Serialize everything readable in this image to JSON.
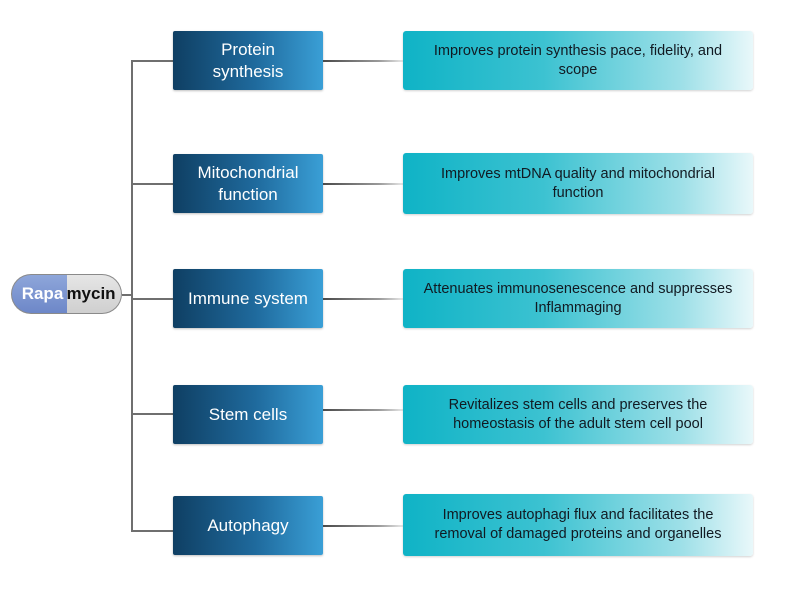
{
  "drug": {
    "left_label": "Rapa",
    "right_label": "mycin"
  },
  "branches": [
    {
      "category": "Protein synthesis",
      "effect": "Improves protein synthesis pace, fidelity, and scope"
    },
    {
      "category": "Mitochondrial function",
      "effect": "Improves mtDNA quality and  mitochondrial function"
    },
    {
      "category": "Immune system",
      "effect": "Attenuates immunosenescence and suppresses Inflammaging"
    },
    {
      "category": "Stem cells",
      "effect": "Revitalizes stem cells and preserves the homeostasis of the adult stem cell pool"
    },
    {
      "category": "Autophagy",
      "effect": "Improves autophagi flux and facilitates the removal of damaged proteins and organelles"
    }
  ],
  "colors": {
    "category_box_dark": "#0f3f63",
    "category_box_light": "#3a9fd6",
    "effect_box_teal": "#0fb3c6",
    "effect_box_fade": "#e9f8fa",
    "pill_blue": "#7d96d2",
    "pill_gray": "#d8d8d8",
    "connector_gray": "#6f6f6f"
  }
}
